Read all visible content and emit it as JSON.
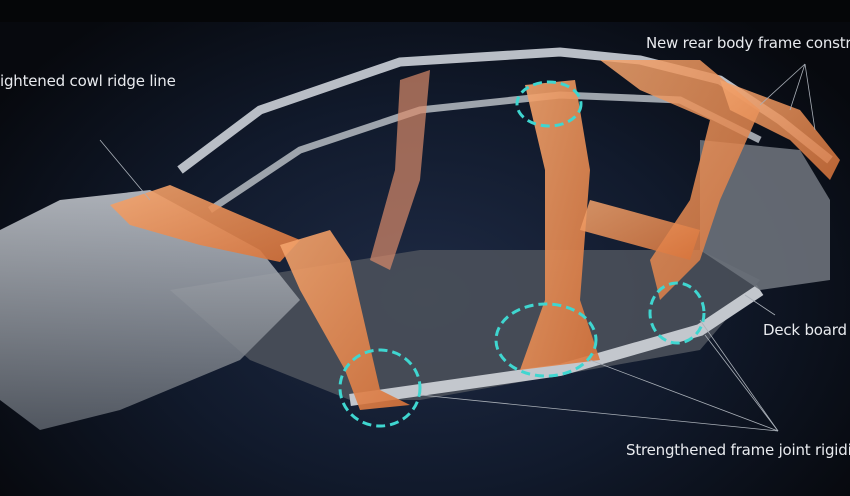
{
  "labels": {
    "cowl": "ightened cowl ridge line",
    "rear_frame": "New rear body frame constr",
    "deck_board": "Deck board",
    "frame_joint": "Strengthened frame joint rigidit"
  },
  "colors": {
    "frame_orange": "#e8874a",
    "frame_gray": "#9aa0a8",
    "highlight_cyan": "#3fd6d0",
    "text": "#e8eaee"
  }
}
